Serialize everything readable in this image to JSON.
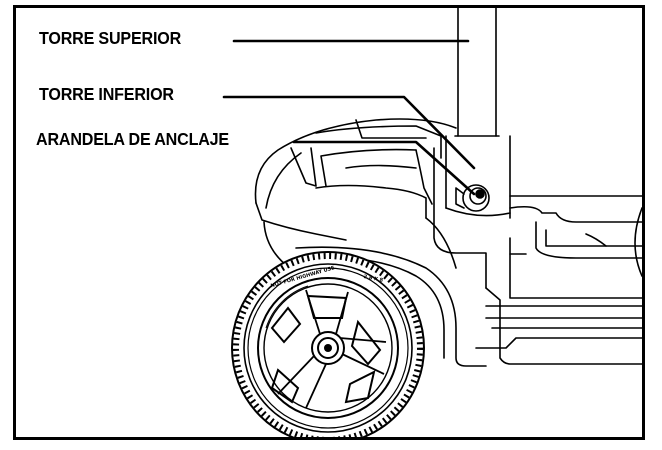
{
  "labels": {
    "upper_tower": "TORRE SUPERIOR",
    "lower_tower": "TORRE INFERIOR",
    "anchor_washer": "ARANDELA DE ANCLAJE"
  },
  "tire_text": {
    "left": "NOT FOR HIGHWAY USE",
    "right": "2.8 X 8"
  },
  "colors": {
    "line": "#000000",
    "background": "#ffffff"
  }
}
